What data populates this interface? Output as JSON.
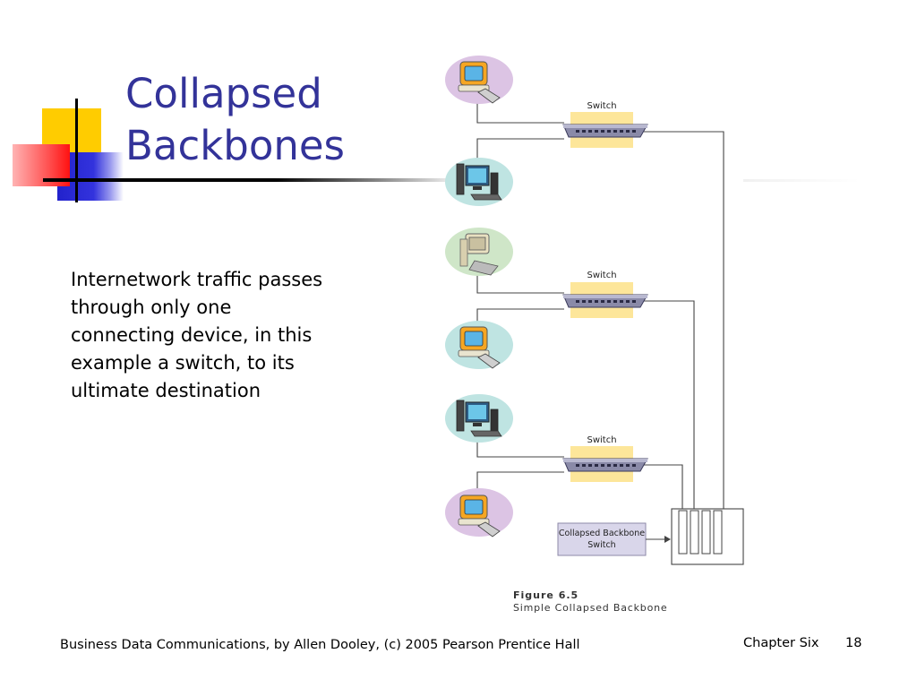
{
  "slide": {
    "title_line1": "Collapsed",
    "title_line2": "Backbones",
    "body": "Internetwork traffic passes through only one connecting device, in this example a switch, to its ultimate destination"
  },
  "diagram": {
    "switch_label": "Switch",
    "backbone_label_line1": "Collapsed Backbone",
    "backbone_label_line2": "Switch",
    "figure_number": "Figure 6.5",
    "figure_caption": "Simple Collapsed Backbone",
    "colors": {
      "switch_highlight": "#fde69a",
      "switch_body": "#8a8aa8",
      "label_box": "#d9d6ea",
      "line": "#444444"
    }
  },
  "footer": {
    "credit": "Business Data Communications, by Allen Dooley, (c) 2005 Pearson Prentice Hall",
    "chapter": "Chapter Six",
    "page": "18"
  }
}
